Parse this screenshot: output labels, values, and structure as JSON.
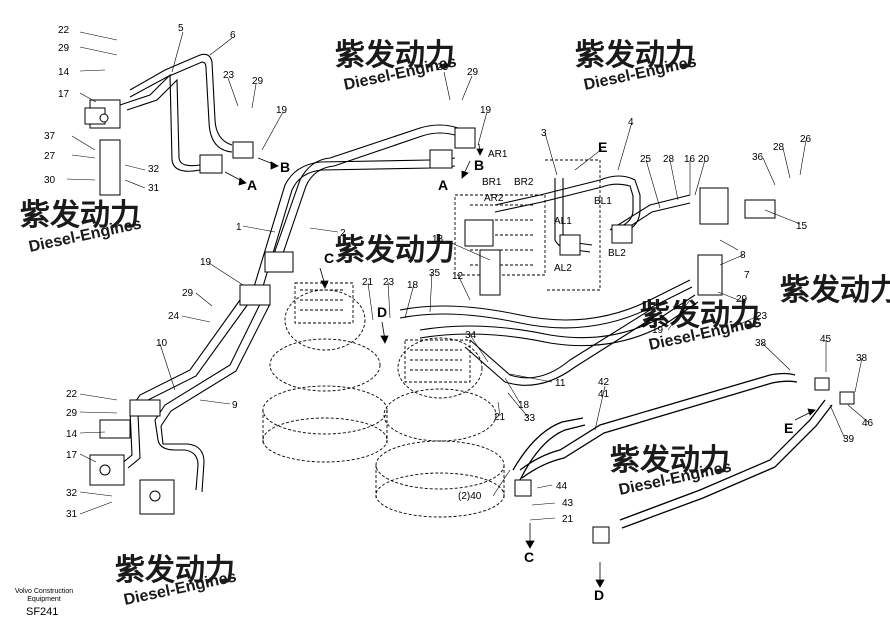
{
  "diagram": {
    "callouts": [
      "1",
      "2",
      "3",
      "4",
      "5",
      "6",
      "7",
      "8",
      "9",
      "10",
      "11",
      "12",
      "13",
      "14",
      "15",
      "16",
      "17",
      "18",
      "19",
      "20",
      "21",
      "22",
      "23",
      "24",
      "25",
      "26",
      "27",
      "28",
      "29",
      "30",
      "31",
      "32",
      "33",
      "34",
      "35",
      "36",
      "37",
      "38",
      "39",
      "40",
      "41",
      "42",
      "43",
      "44",
      "45",
      "46"
    ],
    "connection_labels": [
      "A",
      "B",
      "C",
      "D",
      "E"
    ],
    "port_labels": [
      "AR1",
      "AR2",
      "BR1",
      "BR2",
      "AL1",
      "AL2",
      "BL1",
      "BL2"
    ],
    "quantity_note": "(2)40"
  },
  "watermark": {
    "text": "Diesel-Engines",
    "cn": "紫发动力"
  },
  "footer": {
    "credit_line1": "Volvo Construction",
    "credit_line2": "Equipment",
    "drawing_code": "SF241"
  }
}
